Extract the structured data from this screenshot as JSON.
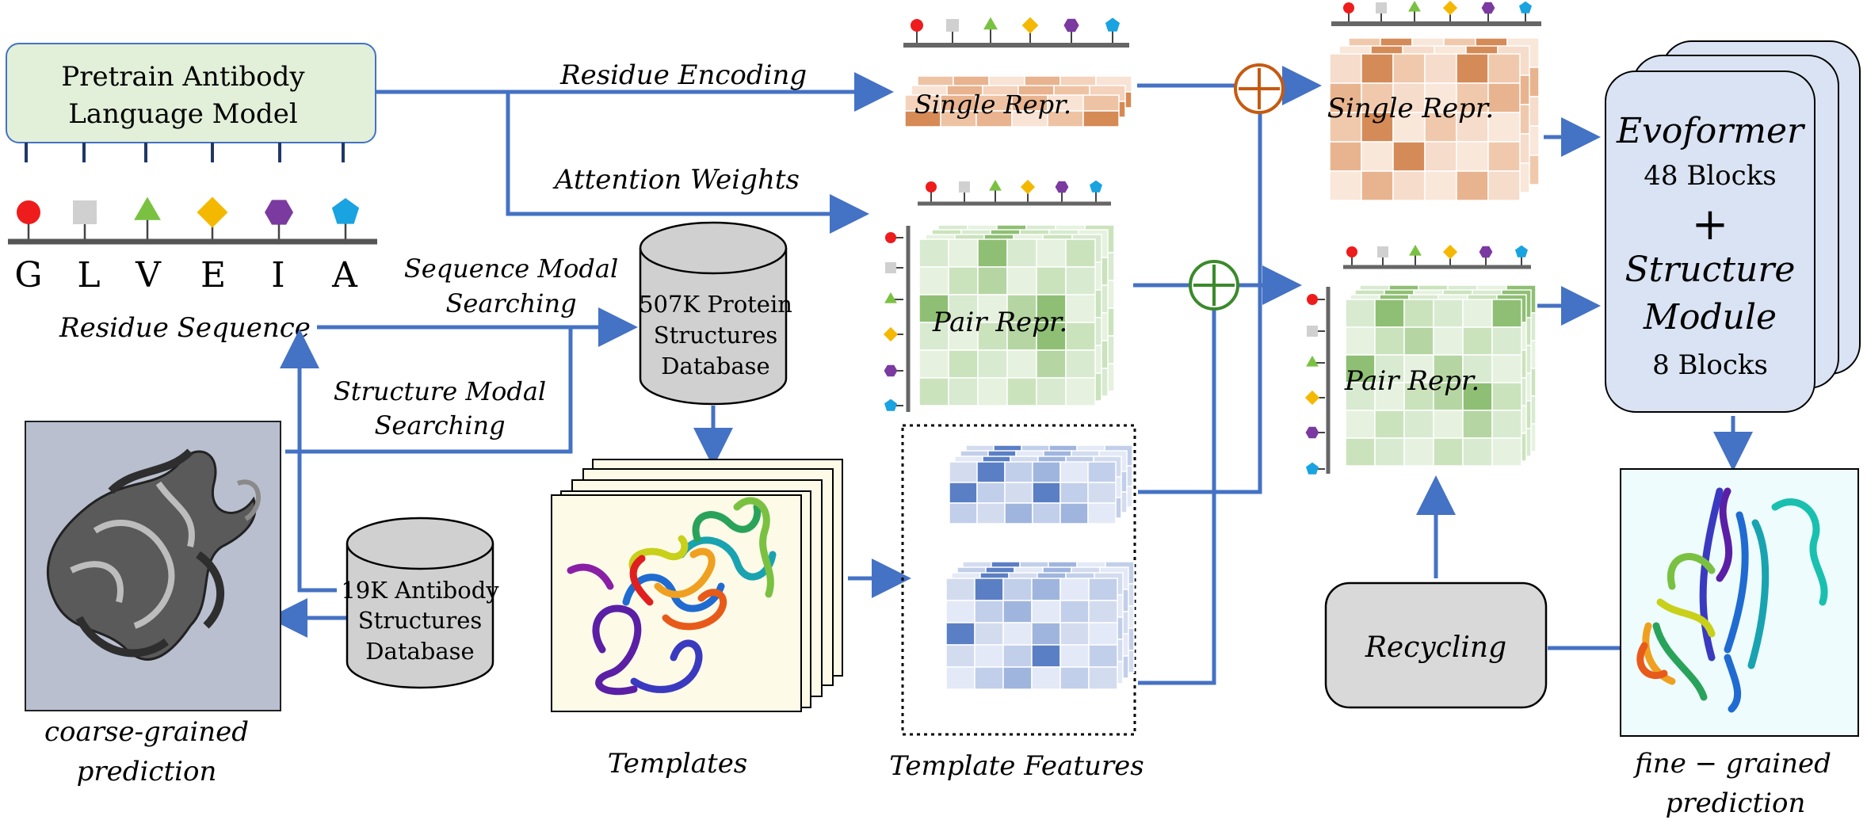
{
  "lm_box": {
    "line1": "Pretrain Antibody",
    "line2": "Language Model"
  },
  "residues": [
    "G",
    "L",
    "V",
    "E",
    "I",
    "A"
  ],
  "labels": {
    "residue_sequence": "Residue Sequence",
    "residue_encoding": "Residue Encoding",
    "attention_weights": "Attention Weights",
    "seq_modal_1": "Sequence Modal",
    "seq_modal_2": "Searching",
    "struct_modal_1": "Structure Modal",
    "struct_modal_2": "Searching",
    "single_repr": "Single  Repr.",
    "pair_repr": "Pair  Repr.",
    "templates": "Templates",
    "template_features": "Template  Features",
    "recycling": "Recycling",
    "coarse_1": "coarse-grained",
    "coarse_2": "prediction",
    "fine_1": "fine − grained",
    "fine_2": "prediction"
  },
  "db_protein": {
    "line1": "507K Protein",
    "line2": "Structures",
    "line3": "Database"
  },
  "db_antibody": {
    "line1": "19K Antibody",
    "line2": "Structures",
    "line3": "Database"
  },
  "evoformer": {
    "title": "Evoformer",
    "blocks1": "48 Blocks",
    "plus": "+",
    "struct1": "Structure",
    "struct2": "Module",
    "blocks2": "8 Blocks"
  },
  "marker_icons": [
    "pin-icon",
    "square-icon",
    "triangle-icon",
    "diamond-icon",
    "hexagon-icon",
    "pentagon-icon"
  ],
  "marker_colors": [
    "#ee1c1c",
    "#d0d0d0",
    "#7ac142",
    "#f5b800",
    "#7a3aa0",
    "#19a3e0"
  ],
  "colors": {
    "arrow": "#4472c4",
    "orange_circle": "#c55a11",
    "green_circle": "#3a8a2a",
    "lm_fill": "#e2efd9",
    "evo_fill": "#dae3f3"
  }
}
